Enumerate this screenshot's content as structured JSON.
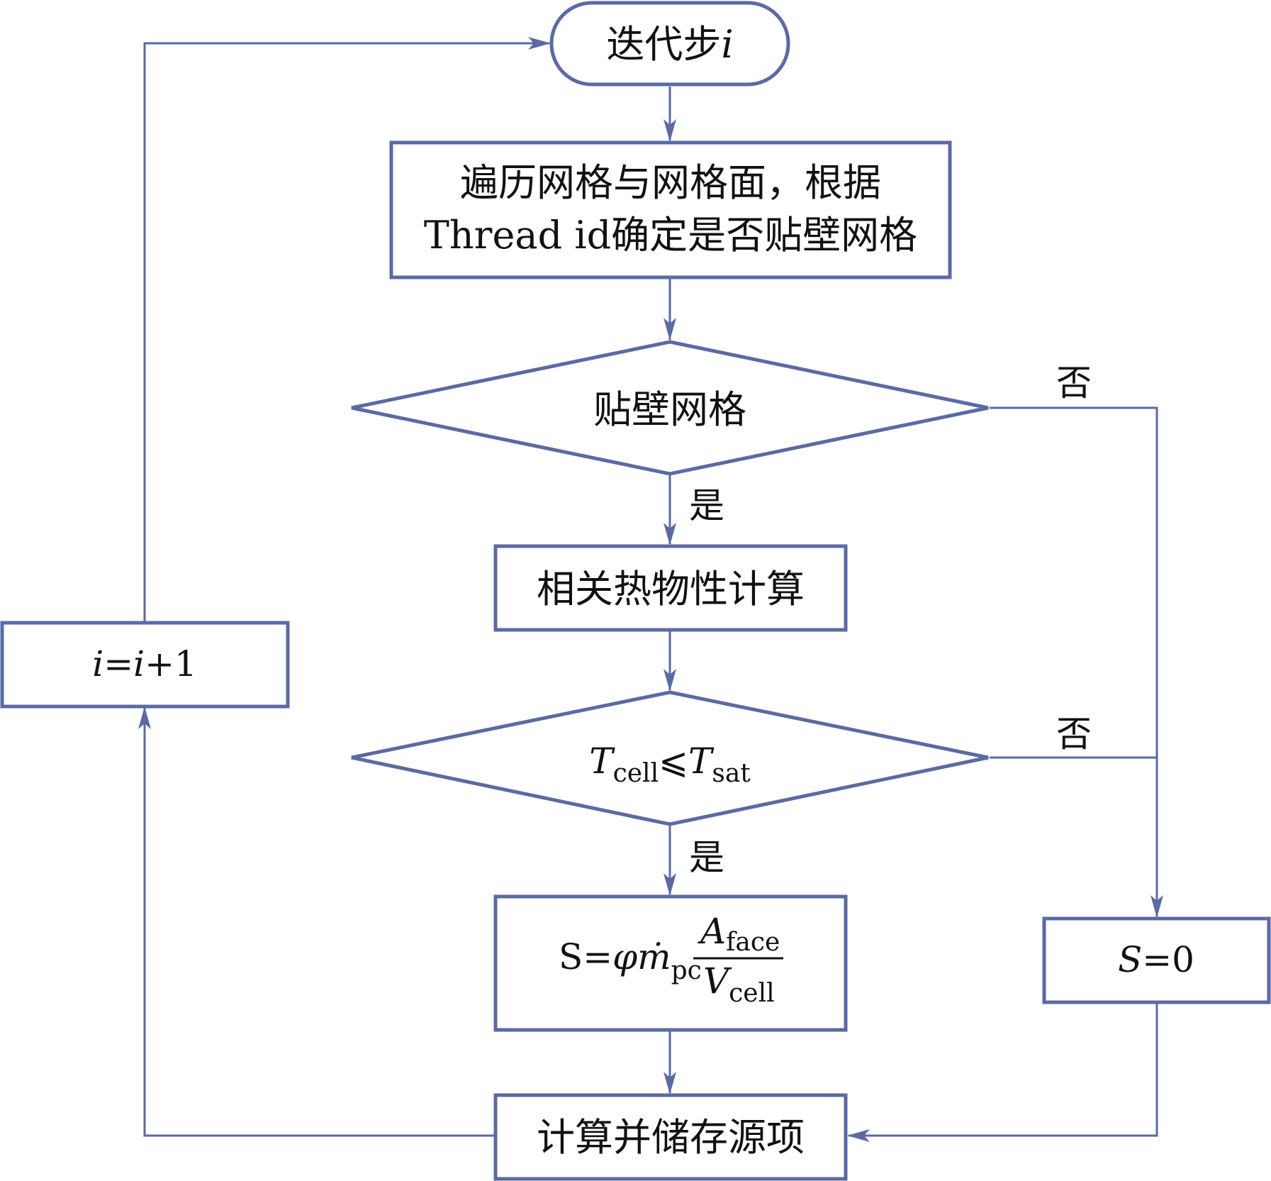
{
  "diagram": {
    "type": "flowchart",
    "colors": {
      "stroke": "#5b6aa3",
      "text": "#111111",
      "background": "#ffffff"
    },
    "nodes": {
      "start": {
        "label_main": "迭代步",
        "label_var": "i"
      },
      "traverse": {
        "line1": "遍历网格与网格面，根据",
        "line2": "Thread id确定是否贴壁网格"
      },
      "decision_wall": {
        "label": "贴壁网格"
      },
      "props": {
        "label": "相关热物性计算"
      },
      "decision_temp": {
        "T": "T",
        "sub_cell": "cell",
        "op": "⩽",
        "sub_sat": "sat"
      },
      "source_formula": {
        "S": "S=",
        "phi": "φ",
        "m": "ṁ",
        "sub_pc": "pc",
        "A": "A",
        "sub_face": "face",
        "V": "V",
        "sub_cell": "cell"
      },
      "zero_source": {
        "S": "S",
        "rest": "=0"
      },
      "store": {
        "label": "计算并储存源项"
      },
      "increment": {
        "i1": "i",
        "eq": "=",
        "i2": "i",
        "rest": "+1"
      }
    },
    "edge_labels": {
      "wall_no": "否",
      "wall_yes": "是",
      "temp_no": "否",
      "temp_yes": "是"
    }
  }
}
